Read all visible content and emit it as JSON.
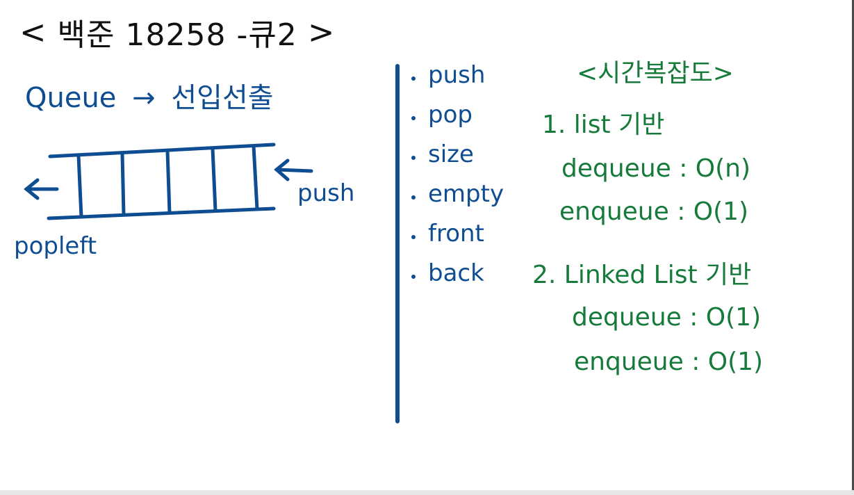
{
  "title": {
    "open": "<",
    "text": "백준 18258 -큐2",
    "close": ">"
  },
  "left": {
    "queue_word": "Queue",
    "arrow": "→",
    "fifo_text": "선입선출",
    "push_label": "push",
    "popleft_label": "popleft"
  },
  "operations": [
    "push",
    "pop",
    "size",
    "empty",
    "front",
    "back"
  ],
  "complexity": {
    "title": "<시간복잡도>",
    "list_based": {
      "heading": "1. list 기반",
      "dequeue": "dequeue : O(n)",
      "enqueue": "enqueue : O(1)"
    },
    "linked_list_based": {
      "heading": "2. Linked List 기반",
      "dequeue": "dequeue : O(1)",
      "enqueue": "enqueue : O(1)"
    }
  },
  "colors": {
    "blue": "#0f4d92",
    "green": "#167a3a",
    "black": "#111111"
  }
}
